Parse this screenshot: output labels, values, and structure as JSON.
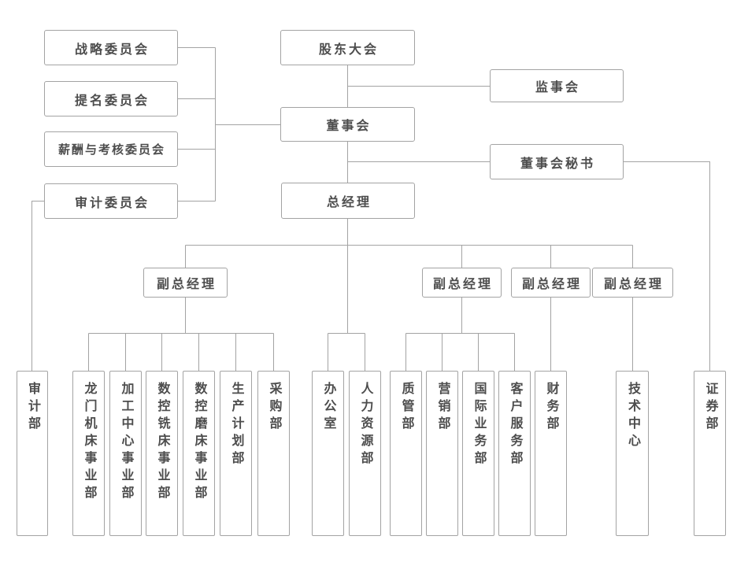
{
  "diagram": {
    "type": "org-chart",
    "colors": {
      "background": "#ffffff",
      "box_border": "#a3a3a3",
      "connector_line": "#a3a3a3",
      "text": "#4d4d4d"
    }
  },
  "governance": {
    "shareholders_meeting": "股东大会",
    "supervisory_board": "监事会",
    "board_of_directors": "董事会",
    "board_secretary": "董事会秘书",
    "general_manager": "总经理"
  },
  "committees": [
    {
      "label": "战略委员会"
    },
    {
      "label": "提名委员会"
    },
    {
      "label": "薪酬与考核委员会"
    },
    {
      "label": "审计委员会"
    }
  ],
  "deputy_general_managers": [
    {
      "label": "副总经理"
    },
    {
      "label": "副总经理"
    },
    {
      "label": "副总经理"
    },
    {
      "label": "副总经理"
    }
  ],
  "departments": [
    {
      "label": "审计部"
    },
    {
      "label": "龙门机床事业部"
    },
    {
      "label": "加工中心事业部"
    },
    {
      "label": "数控铣床事业部"
    },
    {
      "label": "数控磨床事业部"
    },
    {
      "label": "生产计划部"
    },
    {
      "label": "采购部"
    },
    {
      "label": "办公室"
    },
    {
      "label": "人力资源部"
    },
    {
      "label": "质管部"
    },
    {
      "label": "营销部"
    },
    {
      "label": "国际业务部"
    },
    {
      "label": "客户服务部"
    },
    {
      "label": "财务部"
    },
    {
      "label": "技术中心"
    },
    {
      "label": "证券部"
    }
  ]
}
